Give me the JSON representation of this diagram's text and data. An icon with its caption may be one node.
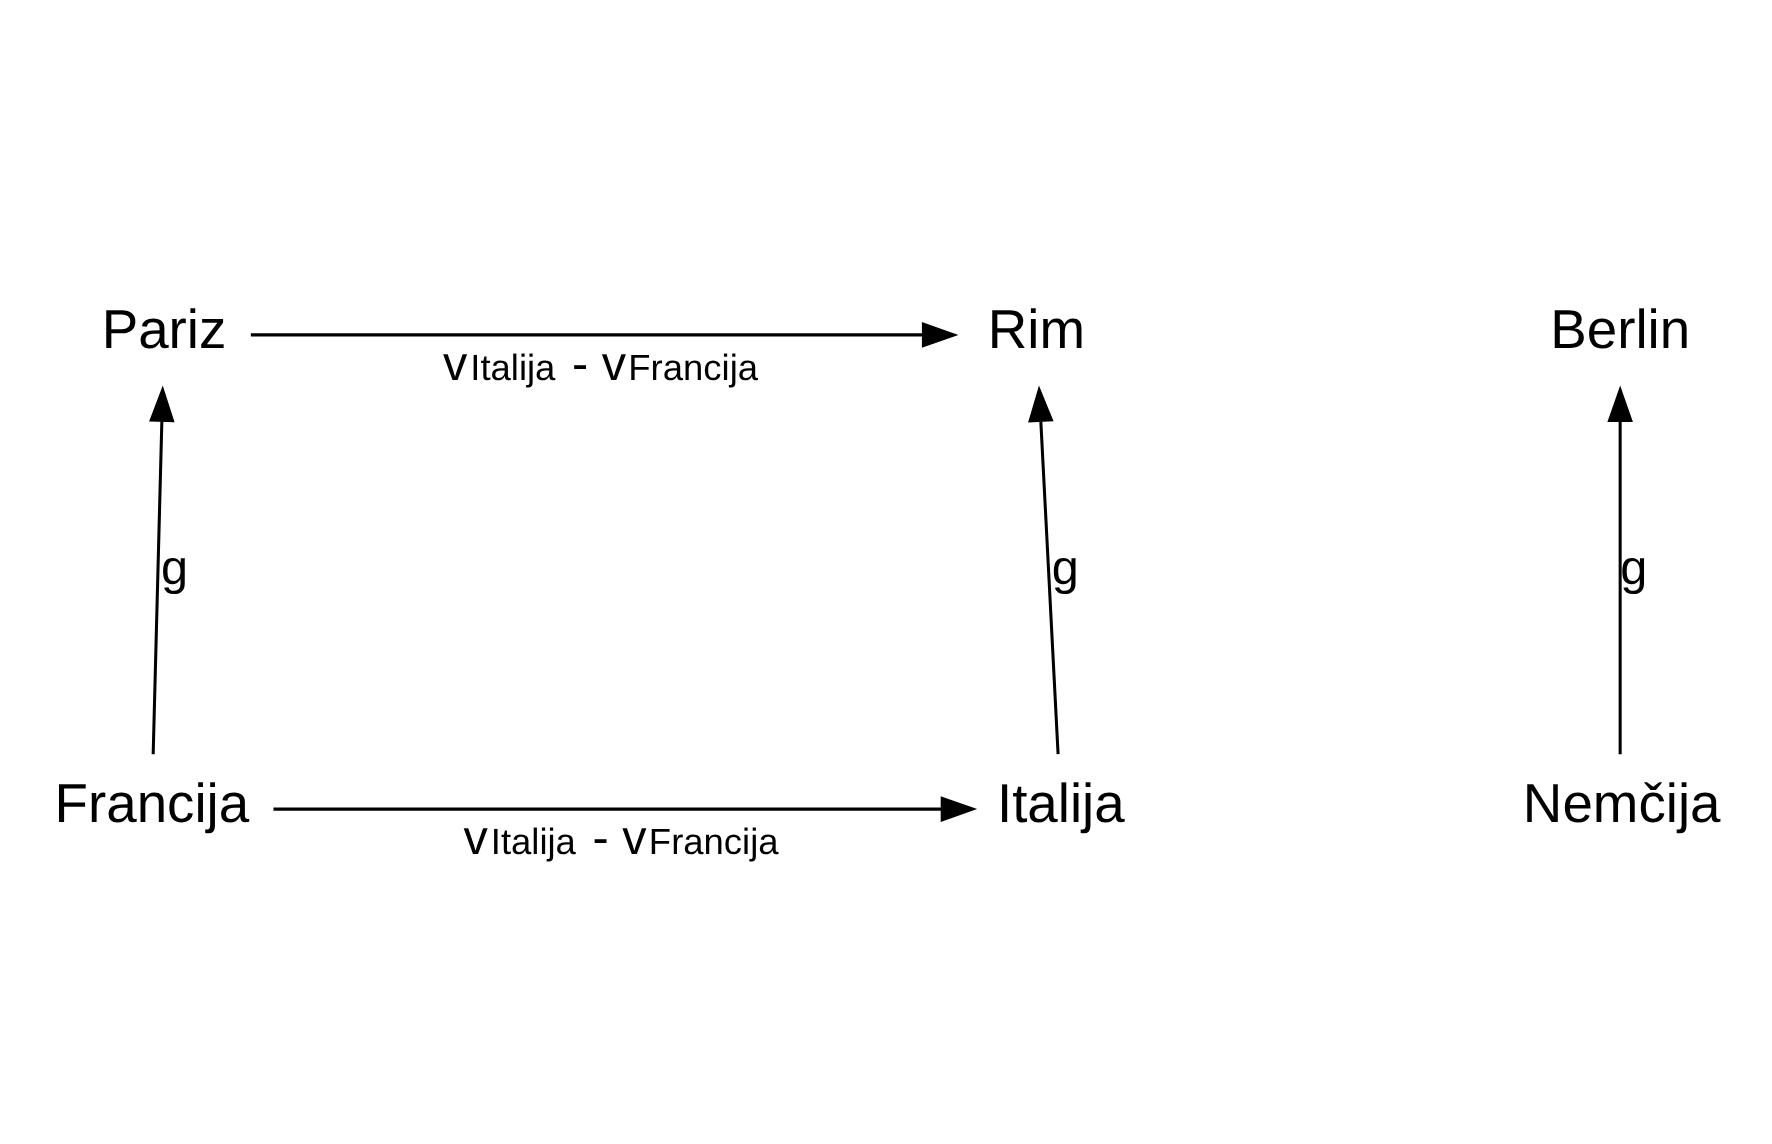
{
  "diagram": {
    "nodes": [
      {
        "text": [
          "Pariz"
        ]
      },
      {
        "text": [
          "Rim"
        ]
      },
      {
        "text": [
          "Francija"
        ]
      },
      {
        "text": [
          "Italija"
        ]
      },
      {
        "text": [
          "Berlin"
        ]
      },
      {
        "text": [
          "Nemčija"
        ]
      }
    ],
    "edges": [
      {
        "from": 0,
        "to": 1,
        "arrow": "to",
        "label": "v$_{Italija}$ - v$_{Francija}$"
      },
      {
        "from": 2,
        "to": 0,
        "arrow": "to",
        "label": "g"
      },
      {
        "from": 3,
        "to": 1,
        "arrow": "to",
        "label": "g"
      },
      {
        "from": 2,
        "to": 3,
        "arrow": "to",
        "label": "v$_{Italija}$ - v$_{Francija}$"
      },
      {
        "from": 5,
        "to": 4,
        "arrow": "to",
        "label": "g"
      }
    ]
  }
}
